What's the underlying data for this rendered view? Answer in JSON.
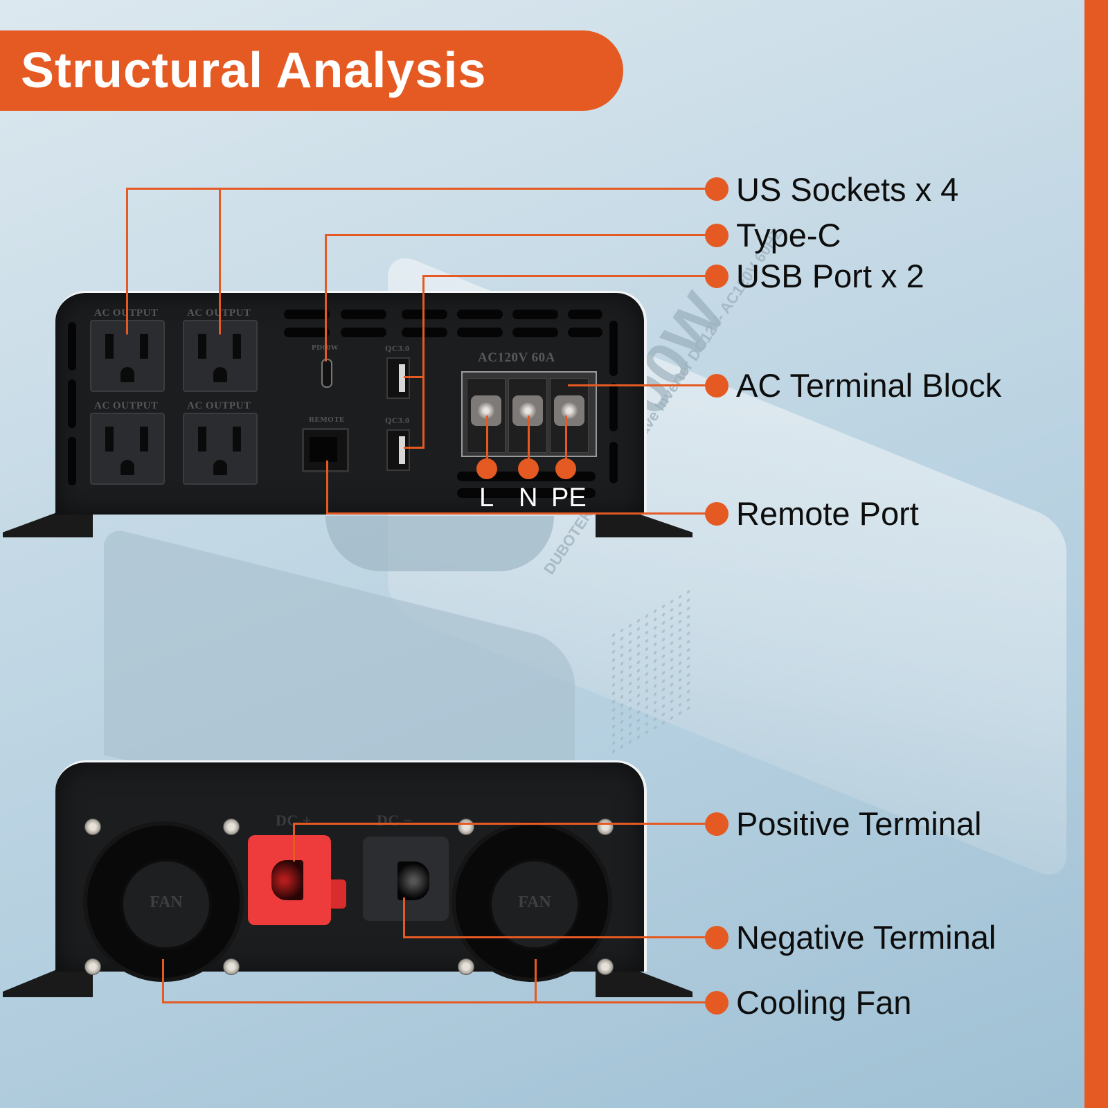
{
  "title": "Structural Analysis",
  "colors": {
    "accent": "#e55a22",
    "background": "#c6dae6",
    "panel": "#1c1d1f",
    "label_text": "#0d0d0d"
  },
  "callouts": {
    "ac_side": [
      {
        "label": "US Sockets x 4"
      },
      {
        "label": "Type-C"
      },
      {
        "label": "USB Port x 2"
      },
      {
        "label": "AC Terminal Block"
      },
      {
        "label": "Remote Port"
      }
    ],
    "dc_side": [
      {
        "label": "Positive Terminal"
      },
      {
        "label": "Negative Terminal"
      },
      {
        "label": "Cooling Fan"
      }
    ]
  },
  "ac_panel": {
    "socket_label": "AC OUTPUT",
    "typec_label": "PD60W",
    "usb_label": "QC3.0",
    "remote_label": "REMOTE",
    "terminal_rating": "AC120V 60A",
    "terminal_letters": [
      "L",
      "N",
      "PE"
    ]
  },
  "dc_panel": {
    "positive_label": "DC +",
    "negative_label": "DC −",
    "fan_label": "FAN"
  },
  "background_product": {
    "brand": "DUBOTEK",
    "model_text": "Pure Sine Wave Inverter DC12V- AC120V 60HZ"
  }
}
